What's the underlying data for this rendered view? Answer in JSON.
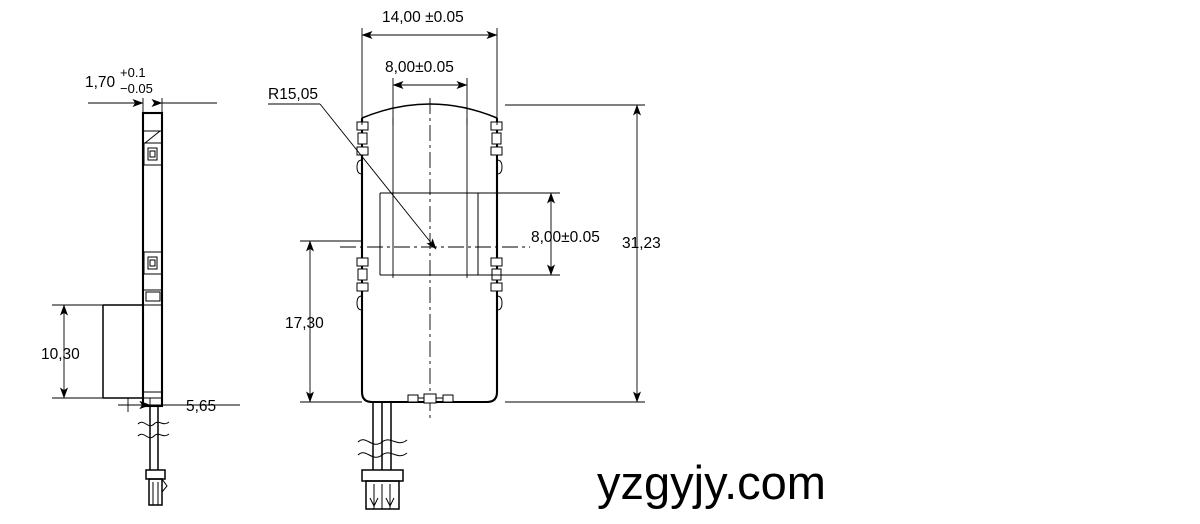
{
  "drawing": {
    "title": "Technical dimension drawing",
    "watermark": "yzgyjy.com",
    "units_note": "",
    "line_color": "#000000",
    "background_color": "#ffffff"
  },
  "views": {
    "left": {
      "name": "side-view",
      "label": ""
    },
    "main": {
      "name": "front-view",
      "label": ""
    }
  },
  "dimensions": {
    "width_side": {
      "value": "1,70",
      "tol_upper": "+0.1",
      "tol_lower": "−0.05"
    },
    "height_lower_side": {
      "value": "10,30"
    },
    "wire_offset": {
      "value": "5,65"
    },
    "overall_width": {
      "value": "14,00 ±0.05"
    },
    "inner_width": {
      "value": "8,00±0.05"
    },
    "inner_height": {
      "value": "8,00±0.05"
    },
    "overall_height": {
      "value": "31,23"
    },
    "body_height": {
      "value": "17,30"
    },
    "radius": {
      "value": "R15,05"
    }
  }
}
